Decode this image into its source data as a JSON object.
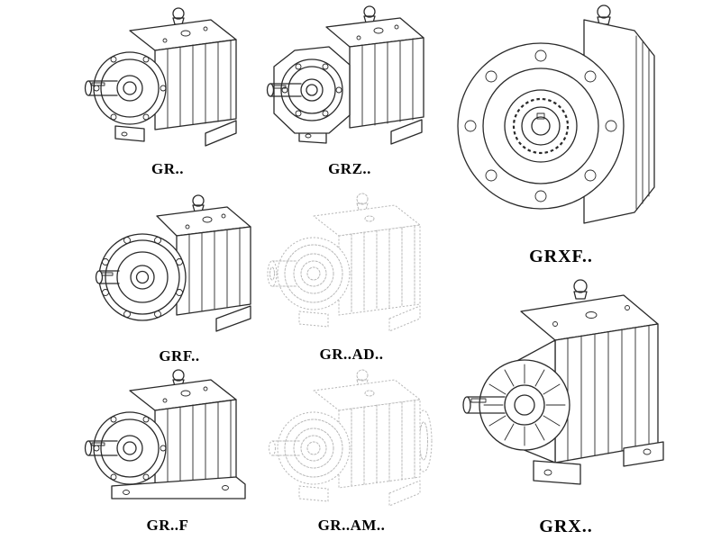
{
  "page": {
    "background": "#ffffff",
    "line_color": "#2a2a2a",
    "faded_line_color": "#b8b8b8"
  },
  "figures": [
    {
      "label": "GR..",
      "style": "solid"
    },
    {
      "label": "GRZ..",
      "style": "solid"
    },
    {
      "label": "GRXF..",
      "style": "solid"
    },
    {
      "label": "GRF..",
      "style": "solid"
    },
    {
      "label": "GR..AD..",
      "style": "faded"
    },
    {
      "label": "GR..F",
      "style": "solid"
    },
    {
      "label": "GR..AM..",
      "style": "faded"
    },
    {
      "label": "GRX..",
      "style": "solid"
    }
  ]
}
